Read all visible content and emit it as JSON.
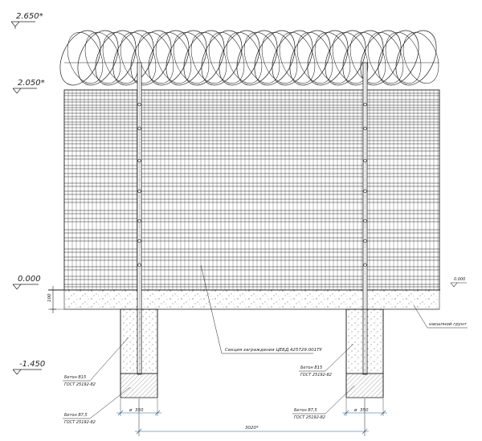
{
  "levels": {
    "top": "2.650*",
    "mesh_top": "2.050*",
    "ground_left": "0.000",
    "ground_right": "0.000",
    "foot": "-1.450"
  },
  "dimensions": {
    "strip_height": "100",
    "post_spacing": "3020*",
    "footing_left": "350",
    "footing_right": "350",
    "footing_prefix": "ø"
  },
  "callouts": {
    "panel": "Секция заграждения ЦЕБД.425729.001ТУ",
    "soil": "насыпной грунт",
    "concrete_b15_left": "Бетон В15",
    "gost_left": "ГОСТ 25192-82",
    "concrete_b7_left": "Бетон В7,5",
    "gost_left_2": "ГОСТ 25192-82",
    "concrete_b15_right": "Бетон В15",
    "gost_right": "ГОСТ 25192-82",
    "concrete_b7_right": "Бетон В7,5",
    "gost_right_2": "ГОСТ 25192-82"
  }
}
